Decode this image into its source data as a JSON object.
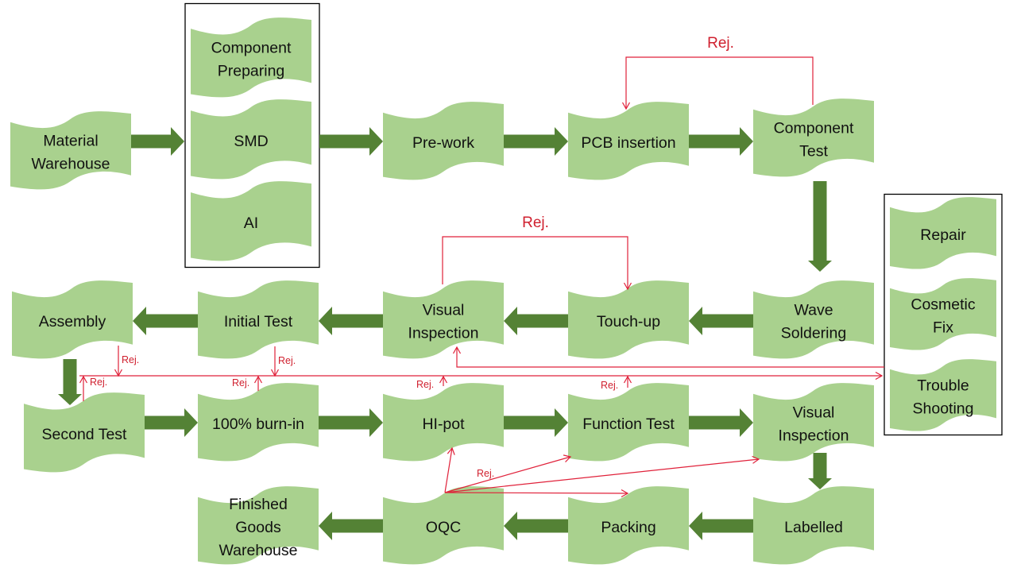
{
  "diagram": {
    "title": "PCB Assembly Manufacturing Process Flow",
    "colors": {
      "node_fill": "#A9D18E",
      "flow_arrow": "#548235",
      "reject_line": "#E0213A",
      "text": "#111111"
    },
    "nodes": [
      {
        "id": "material-warehouse",
        "lines": [
          "Material",
          "Warehouse"
        ]
      },
      {
        "id": "component-preparing",
        "lines": [
          "Component",
          "Preparing"
        ]
      },
      {
        "id": "smd",
        "lines": [
          "SMD"
        ]
      },
      {
        "id": "ai",
        "lines": [
          "AI"
        ]
      },
      {
        "id": "pre-work",
        "lines": [
          "Pre-work"
        ]
      },
      {
        "id": "pcb-insertion",
        "lines": [
          "PCB insertion"
        ]
      },
      {
        "id": "component-test",
        "lines": [
          "Component",
          "Test"
        ]
      },
      {
        "id": "repair",
        "lines": [
          "Repair"
        ]
      },
      {
        "id": "cosmetic-fix",
        "lines": [
          "Cosmetic",
          "Fix"
        ]
      },
      {
        "id": "trouble-shooting",
        "lines": [
          "Trouble",
          "Shooting"
        ]
      },
      {
        "id": "assembly",
        "lines": [
          "Assembly"
        ]
      },
      {
        "id": "initial-test",
        "lines": [
          "Initial Test"
        ]
      },
      {
        "id": "visual-inspection-1",
        "lines": [
          "Visual",
          "Inspection"
        ]
      },
      {
        "id": "touch-up",
        "lines": [
          "Touch-up"
        ]
      },
      {
        "id": "wave-soldering",
        "lines": [
          "Wave",
          "Soldering"
        ]
      },
      {
        "id": "second-test",
        "lines": [
          "Second Test"
        ]
      },
      {
        "id": "burn-in",
        "lines": [
          "100% burn-in"
        ]
      },
      {
        "id": "hi-pot",
        "lines": [
          "HI-pot"
        ]
      },
      {
        "id": "function-test",
        "lines": [
          "Function Test"
        ]
      },
      {
        "id": "visual-inspection-2",
        "lines": [
          "Visual",
          "Inspection"
        ]
      },
      {
        "id": "finished-goods-warehouse",
        "lines": [
          "Finished",
          "Goods",
          "Warehouse"
        ]
      },
      {
        "id": "oqc",
        "lines": [
          "OQC"
        ]
      },
      {
        "id": "packing",
        "lines": [
          "Packing"
        ]
      },
      {
        "id": "labelled",
        "lines": [
          "Labelled"
        ]
      }
    ],
    "groups": [
      {
        "id": "smt-group",
        "members": [
          "component-preparing",
          "smd",
          "ai"
        ]
      },
      {
        "id": "rework-group",
        "members": [
          "repair",
          "cosmetic-fix",
          "trouble-shooting"
        ]
      }
    ],
    "flow_edges": [
      {
        "from": "material-warehouse",
        "to": "smt-group"
      },
      {
        "from": "smt-group",
        "to": "pre-work"
      },
      {
        "from": "pre-work",
        "to": "pcb-insertion"
      },
      {
        "from": "pcb-insertion",
        "to": "component-test"
      },
      {
        "from": "component-test",
        "to": "wave-soldering"
      },
      {
        "from": "wave-soldering",
        "to": "touch-up"
      },
      {
        "from": "touch-up",
        "to": "visual-inspection-1"
      },
      {
        "from": "visual-inspection-1",
        "to": "initial-test"
      },
      {
        "from": "initial-test",
        "to": "assembly"
      },
      {
        "from": "assembly",
        "to": "second-test"
      },
      {
        "from": "second-test",
        "to": "burn-in"
      },
      {
        "from": "burn-in",
        "to": "hi-pot"
      },
      {
        "from": "hi-pot",
        "to": "function-test"
      },
      {
        "from": "function-test",
        "to": "visual-inspection-2"
      },
      {
        "from": "visual-inspection-2",
        "to": "labelled"
      },
      {
        "from": "labelled",
        "to": "packing"
      },
      {
        "from": "packing",
        "to": "oqc"
      },
      {
        "from": "oqc",
        "to": "finished-goods-warehouse"
      }
    ],
    "reject_edges": [
      {
        "from": "component-test",
        "to": "pcb-insertion",
        "label": "Rej."
      },
      {
        "from": "visual-inspection-1",
        "to": "touch-up",
        "label": "Rej."
      },
      {
        "from": "assembly",
        "to": "rework-group",
        "label": "Rej."
      },
      {
        "from": "initial-test",
        "to": "rework-group",
        "label": "Rej."
      },
      {
        "from": "second-test",
        "to": "rework-group",
        "label": "Rej."
      },
      {
        "from": "burn-in",
        "to": "rework-group",
        "label": "Rej."
      },
      {
        "from": "hi-pot",
        "to": "rework-group",
        "label": "Rej."
      },
      {
        "from": "function-test",
        "to": "rework-group",
        "label": "Rej."
      },
      {
        "from": "rework-group",
        "to": "visual-inspection-1",
        "label": ""
      },
      {
        "from": "oqc",
        "to": "hi-pot",
        "label": "Rej."
      },
      {
        "from": "oqc",
        "to": "function-test",
        "label": ""
      },
      {
        "from": "oqc",
        "to": "visual-inspection-2",
        "label": ""
      },
      {
        "from": "oqc",
        "to": "packing",
        "label": ""
      }
    ],
    "reject_labels": {
      "top_loop": "Rej.",
      "middle_loop": "Rej.",
      "assembly": "Rej.",
      "initial_test": "Rej.",
      "second_test": "Rej.",
      "burn_in": "Rej.",
      "hi_pot": "Rej.",
      "function_test": "Rej.",
      "oqc": "Rej."
    }
  }
}
